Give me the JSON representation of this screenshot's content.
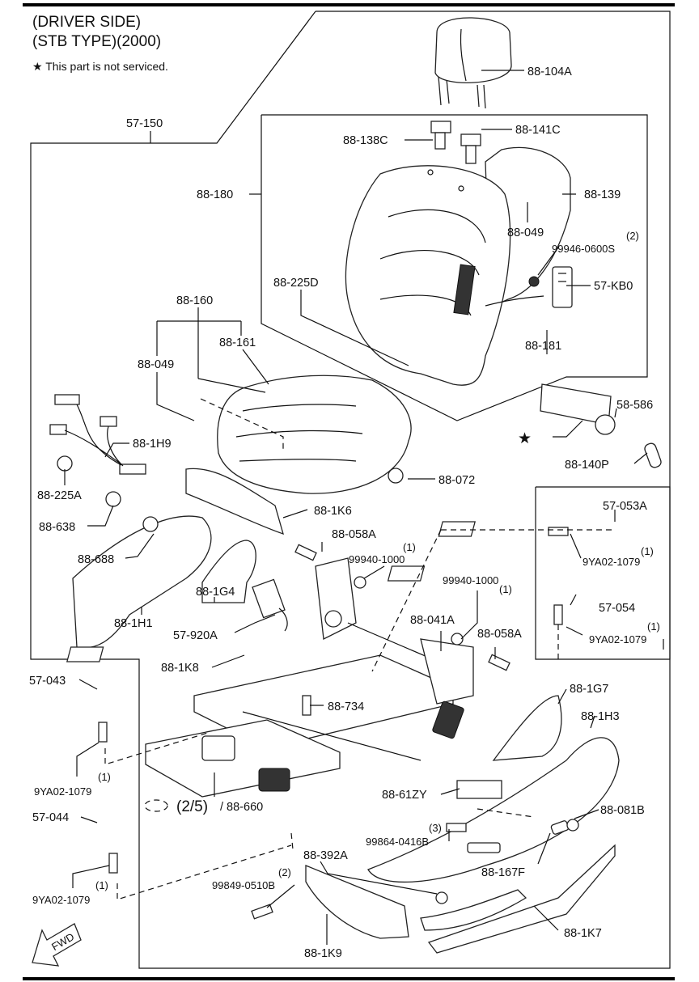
{
  "header": {
    "line1": "(DRIVER SIDE)",
    "line2": "(STB TYPE)(2000)",
    "note_star": "★",
    "note": "This part is not serviced."
  },
  "callouts": {
    "c_88_104A": "88-104A",
    "c_57_150": "57-150",
    "c_88_138C": "88-138C",
    "c_88_141C": "88-141C",
    "c_88_180": "88-180",
    "c_88_139": "88-139",
    "c_88_049_a": "88-049",
    "c_qty_2a": "(2)",
    "c_99946": "99946-0600S",
    "c_57_KB0": "57-KB0",
    "c_88_225D": "88-225D",
    "c_88_181": "88-181",
    "c_88_160": "88-160",
    "c_88_161": "88-161",
    "c_88_049_b": "88-049",
    "c_58_586": "58-586",
    "c_88_1H9": "88-1H9",
    "c_88_225A": "88-225A",
    "c_88_072": "88-072",
    "c_88_140P": "88-140P",
    "c_88_638": "88-638",
    "c_88_1K6": "88-1K6",
    "c_57_053A": "57-053A",
    "c_88_058A_a": "88-058A",
    "c_qty_1a": "(1)",
    "c_99940_a": "99940-1000",
    "c_qty_1b": "(1)",
    "c_9YA02_a": "9YA02-1079",
    "c_88_688": "88-688",
    "c_qty_1c": "(1)",
    "c_99940_b": "99940-1000",
    "c_57_054": "57-054",
    "c_88_1G4": "88-1G4",
    "c_88_041A": "88-041A",
    "c_88_1H1": "88-1H1",
    "c_88_058A_b": "88-058A",
    "c_qty_1d": "(1)",
    "c_9YA02_b": "9YA02-1079",
    "c_57_920A": "57-920A",
    "c_88_1K8": "88-1K8",
    "c_57_043": "57-043",
    "c_88_1G7": "88-1G7",
    "c_88_734": "88-734",
    "c_88_1H3": "88-1H3",
    "c_qty_1e": "(1)",
    "c_9YA02_c": "9YA02-1079",
    "c_88_61ZY": "88-61ZY",
    "c_motor_frac": "(2/5)",
    "c_88_660": "/ 88-660",
    "c_88_081B": "88-081B",
    "c_57_044": "57-044",
    "c_qty_3": "(3)",
    "c_99864": "99864-0416B",
    "c_88_392A": "88-392A",
    "c_88_167F": "88-167F",
    "c_qty_2b": "(2)",
    "c_99849": "99849-0510B",
    "c_qty_1f": "(1)",
    "c_9YA02_d": "9YA02-1079",
    "c_88_1K9": "88-1K9",
    "c_88_1K7": "88-1K7",
    "fwd": "FWD"
  }
}
